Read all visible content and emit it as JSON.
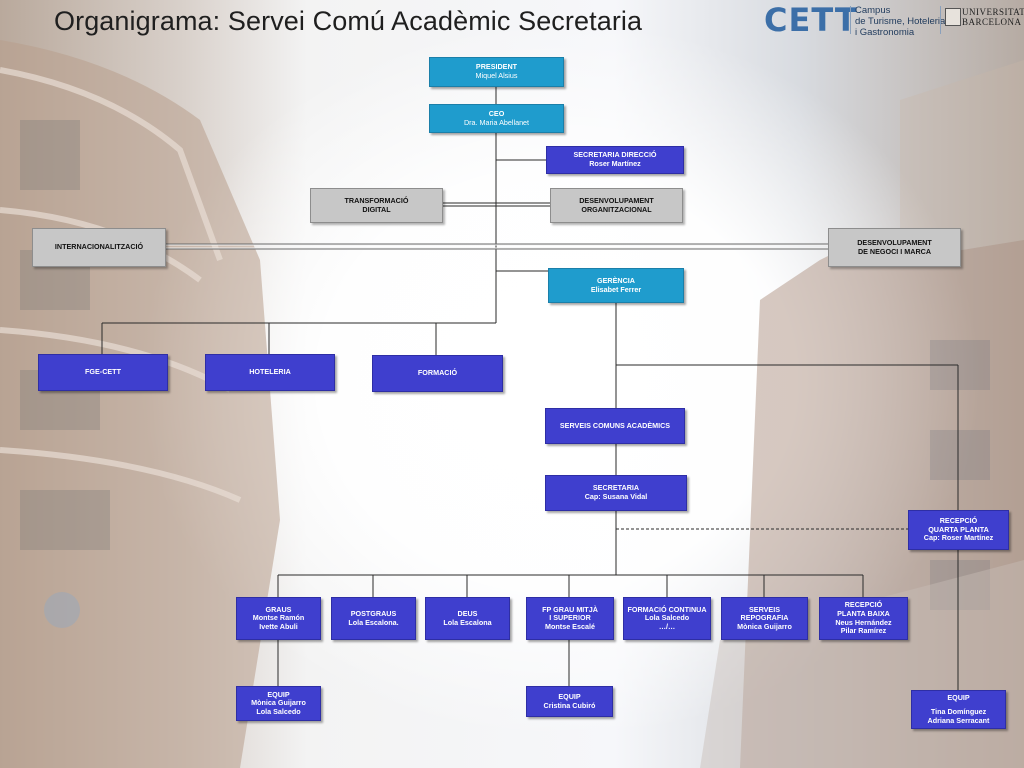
{
  "title": "Organigrama: Servei Comú Acadèmic Secretaria",
  "logos": {
    "cett": "CETT",
    "cett_sub": [
      "Campus",
      "de Turisme, Hoteleria",
      "i Gastronomia"
    ],
    "ub": [
      "UNIVERSITAT",
      "BARCELONA"
    ]
  },
  "nodes": {
    "president": {
      "title": "PRESIDENT",
      "name": "Miquel Alsius"
    },
    "ceo": {
      "title": "CEO",
      "name": "Dra. Maria Abellanet"
    },
    "secretaria_direccio": {
      "title": "SECRETARIA DIRECCIÓ",
      "name": "Roser Martínez"
    },
    "transformacio": {
      "line1": "TRANSFORMACIÓ",
      "line2": "DIGITAL"
    },
    "desenvolupament_org": {
      "line1": "DESENVOLUPAMENT",
      "line2": "ORGANITZACIONAL"
    },
    "internacionalitzacio": {
      "title": "INTERNACIONALITZACIÓ"
    },
    "desenvolupament_negoci": {
      "line1": "DESENVOLUPAMENT",
      "line2": "DE NEGOCI I MARCA"
    },
    "gerencia": {
      "title": "GERÈNCIA",
      "name": "Elisabet Ferrer"
    },
    "fge_cett": {
      "title": "FGE-CETT"
    },
    "hoteleria": {
      "title": "HOTELERIA"
    },
    "formacio": {
      "title": "FORMACIÓ"
    },
    "serveis_comuns": {
      "title": "SERVEIS COMUNS ACADÈMICS"
    },
    "secretaria": {
      "title": "SECRETARIA",
      "name": "Cap: Susana Vidal"
    },
    "recepcio_quarta": {
      "line1": "RECEPCIÓ",
      "line2": "QUARTA PLANTA",
      "line3": "Cap: Roser Martínez"
    },
    "graus": {
      "title": "GRAUS",
      "line2": "Montse Ramón",
      "line3": "Ivette Abuli"
    },
    "postgraus": {
      "title": "POSTGRAUS",
      "line2": "Lola Escalona."
    },
    "deus": {
      "title": "DEUS",
      "line2": "Lola Escalona"
    },
    "fp_grau": {
      "title": "FP GRAU MITJÀ",
      "line2": "I SUPERIOR",
      "line3": "Montse Escalé"
    },
    "formacio_continua": {
      "title": "FORMACIÓ CONTINUA",
      "line2": "Lola Salcedo",
      "line3": "…/…"
    },
    "serveis_repografia": {
      "title": "SERVEIS",
      "line2": "REPOGRAFIA",
      "line3": "Mònica Guijarro"
    },
    "recepcio_planta": {
      "title": "RECEPCIÓ",
      "line2": "PLANTA BAIXA",
      "line3": "Neus Hernández",
      "line4": "Pilar Ramírez"
    },
    "equip_graus": {
      "title": "EQUIP",
      "line2": "Mònica Guijarro",
      "line3": "Lola Salcedo"
    },
    "equip_fp": {
      "title": "EQUIP",
      "line2": "Cristina Cubiró"
    },
    "equip_recepcio": {
      "title": "EQUIP",
      "line2": "",
      "line3": "Tina Domínguez",
      "line4": "Adriana Serracant"
    }
  },
  "colors": {
    "cyan": "#1f9ccd",
    "blue": "#3f3fce",
    "gray": "#c7c7c7"
  }
}
